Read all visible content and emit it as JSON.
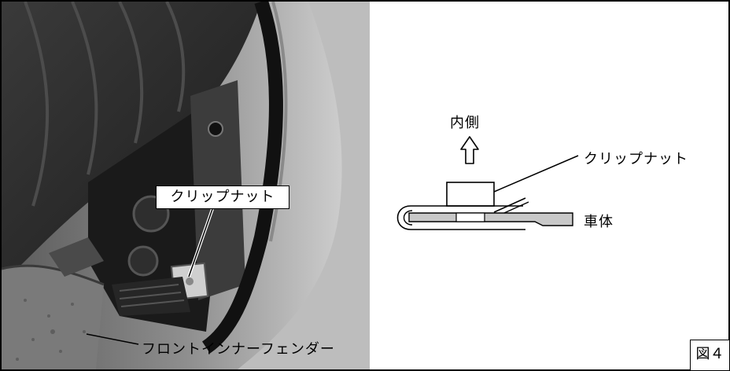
{
  "photo": {
    "callout_label": "クリップナット",
    "bottom_label": "フロントインナーフェンダー"
  },
  "diagram": {
    "direction_label": "内側",
    "part_label": "クリップナット",
    "body_label": "車体"
  },
  "figure_number": "図４",
  "colors": {
    "line": "#000000",
    "panel_fill": "#c8c8c8",
    "photo_dark": "#2a2a2a"
  }
}
